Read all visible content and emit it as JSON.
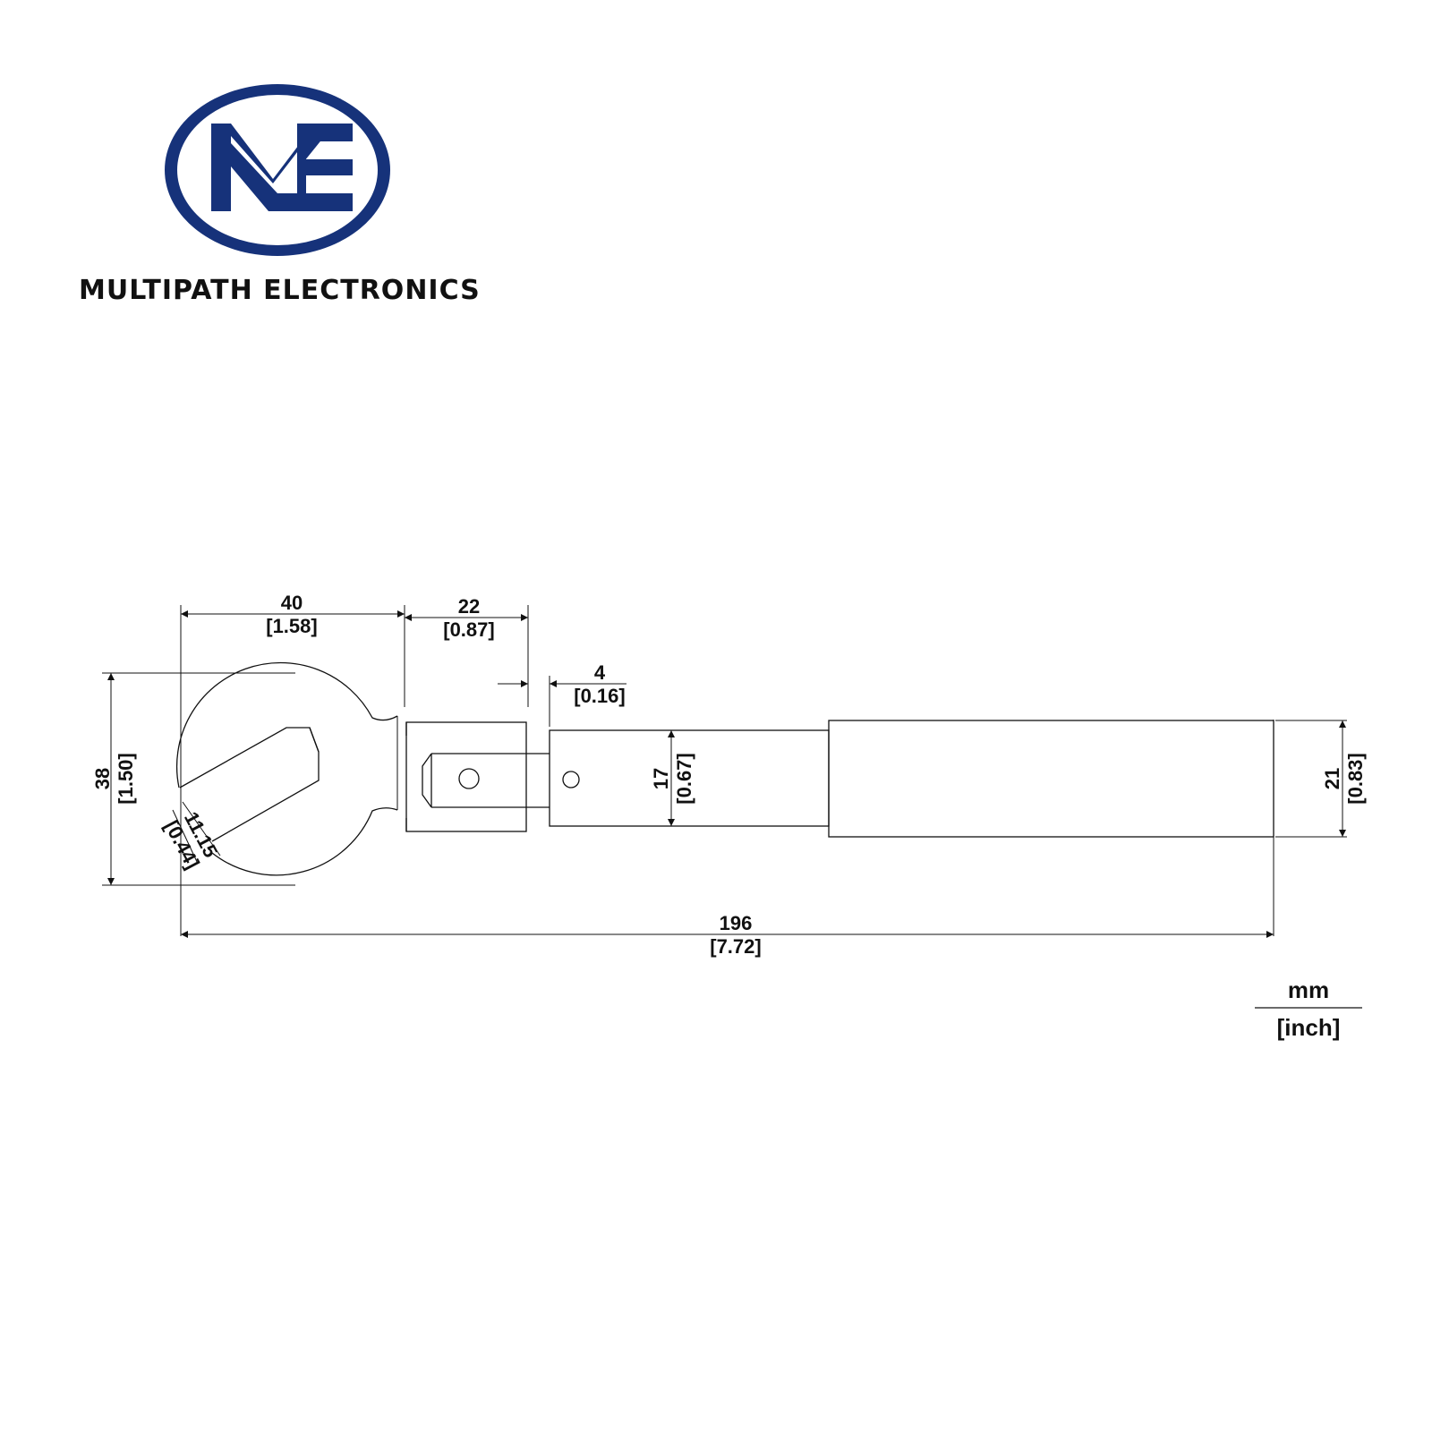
{
  "brand": {
    "name": "MULTIPATH ELECTRONICS",
    "logo_letters": "ME",
    "logo_color": "#16327a"
  },
  "dimensions": {
    "width_40": {
      "mm": "40",
      "inch": "[1.58]"
    },
    "width_22": {
      "mm": "22",
      "inch": "[0.87]"
    },
    "gap_4": {
      "mm": "4",
      "inch": "[0.16]"
    },
    "height_38": {
      "mm": "38",
      "inch": "[1.50]"
    },
    "jaw_11": {
      "mm": "11.15",
      "inch": "[0.44]"
    },
    "diam_17": {
      "mm": "17",
      "inch": "[0.67]"
    },
    "diam_21": {
      "mm": "21",
      "inch": "[0.83]"
    },
    "length_196": {
      "mm": "196",
      "inch": "[7.72]"
    }
  },
  "units": {
    "top": "mm",
    "bottom": "[inch]"
  }
}
